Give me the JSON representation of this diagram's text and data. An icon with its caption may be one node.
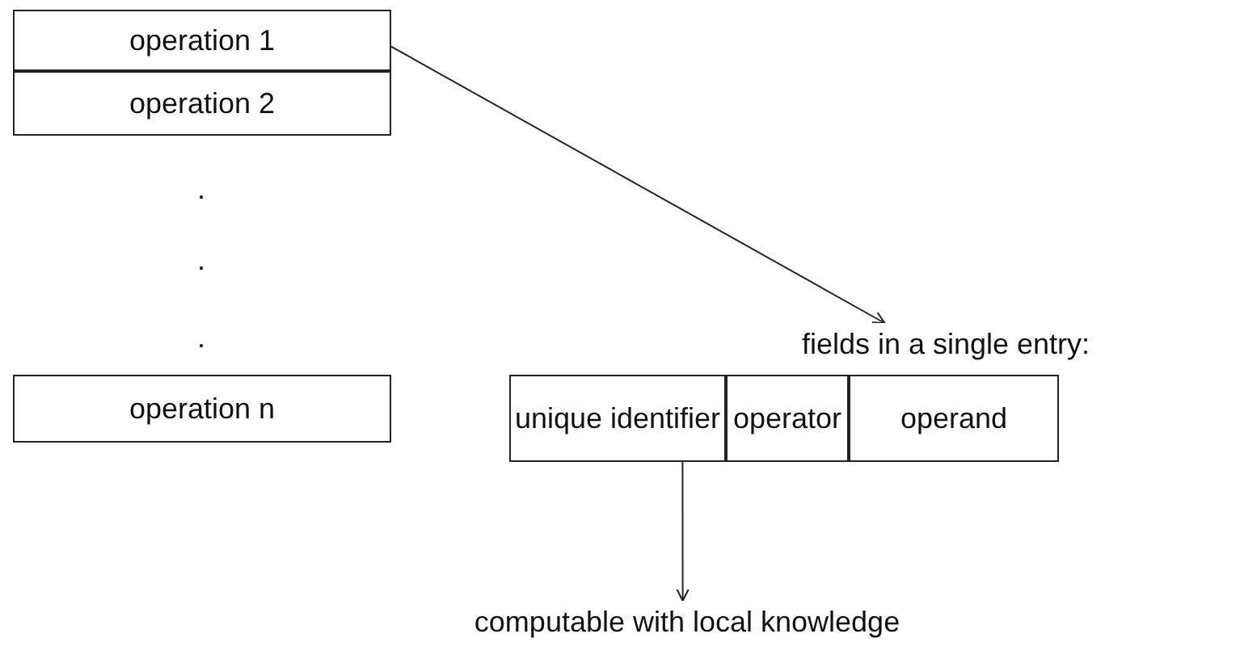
{
  "diagram": {
    "nodes": [
      {
        "text": [
          "operation 1"
        ]
      },
      {
        "text": [
          "operation 2"
        ]
      },
      {
        "text": [
          "operation n"
        ]
      },
      {
        "text": [
          "fields in a single entry:"
        ]
      },
      {
        "text": [
          "unique identifier"
        ]
      },
      {
        "text": [
          "operator"
        ]
      },
      {
        "text": [
          "operand"
        ]
      },
      {
        "text": [
          "computable with local knowledge"
        ]
      }
    ],
    "edges": [
      {
        "from": 0,
        "to": 3,
        "arrow": "to"
      },
      {
        "from": 4,
        "to": 7,
        "arrow": "to"
      }
    ],
    "labels": [
      ".",
      ".",
      "."
    ]
  }
}
